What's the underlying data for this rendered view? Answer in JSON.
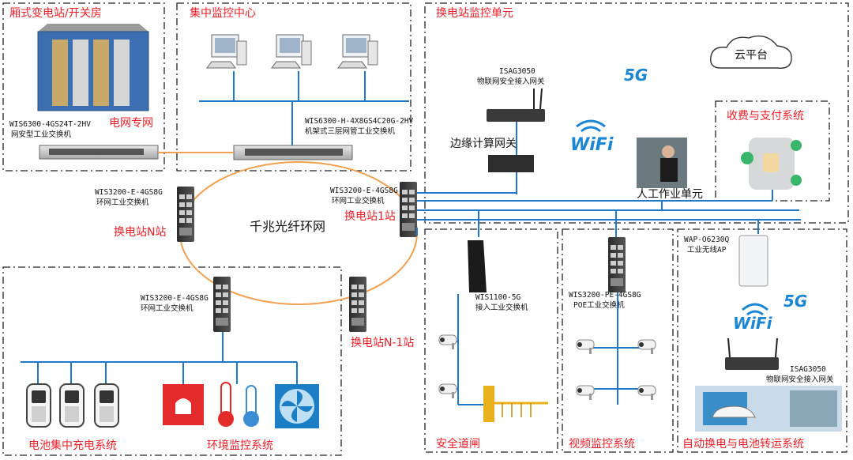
{
  "zones": {
    "substation": "厢式变电站/开关房",
    "monitoring_center": "集中监控中心",
    "station_monitor": "换电站监控单元",
    "payment": "收费与支付系统",
    "charging": "电池集中充电系统",
    "environment": "环境监控系统",
    "gate": "安全道闸",
    "video": "视频监控系统",
    "swap": "自动换电与电池转运系统"
  },
  "labels": {
    "grid_private": "电网专网",
    "cloud": "云平台",
    "ring": "千兆光纤环网",
    "station_1": "换电站1站",
    "station_n": "换电站N站",
    "station_n1": "换电站N-1站",
    "edge_gateway": "边缘计算网关",
    "manual_unit": "人工作业单元",
    "wifi": "WiFi",
    "fiveg": "5G"
  },
  "devices": {
    "wis6300_4gs": {
      "model": "WIS6300-4GS24T-2HV",
      "desc": "网安型工业交换机"
    },
    "wis6300_h": {
      "model": "WIS6300-H-4X8GS4C20G-2HV",
      "desc": "机架式三层网管工业交换机"
    },
    "isag_top": {
      "model": "ISAG3050",
      "desc": "物联网安全接入网关"
    },
    "wis3200_1": {
      "model": "WIS3200-E-4GS8G",
      "desc": "环网工业交换机"
    },
    "wis3200_n": {
      "model": "WIS3200-E-4GS8G",
      "desc": "环网工业交换机"
    },
    "wis3200_bottom": {
      "model": "WIS3200-E-4GS8G",
      "desc": "环网工业交换机"
    },
    "wis1100": {
      "model": "WIS1100-5G",
      "desc": "接入工业交换机"
    },
    "wis3200_poe": {
      "model": "WIS3200-PE-4GS8G",
      "desc": "POE工业交换机"
    },
    "wap": {
      "model": "WAP-O6230Q",
      "desc": "工业无线AP"
    },
    "isag_bottom": {
      "model": "ISAG3050",
      "desc": "物联网安全接入网关"
    }
  },
  "colors": {
    "bus": "#1f78c8",
    "ring": "#f0a050",
    "label_red": "#e8202a"
  }
}
